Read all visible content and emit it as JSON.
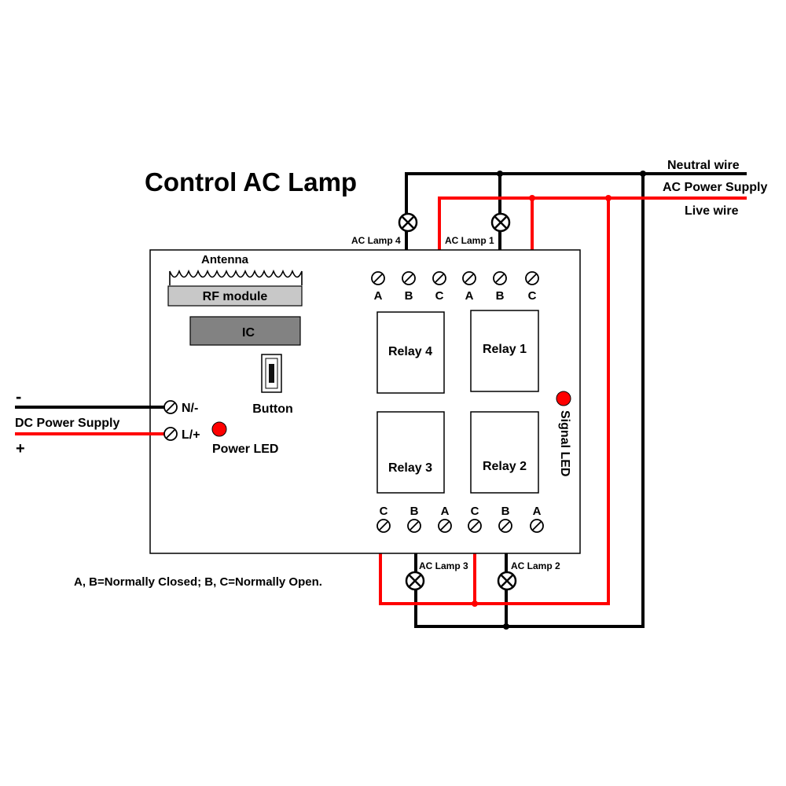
{
  "title": "Control AC Lamp",
  "ac_supply": {
    "neutral_label": "Neutral wire",
    "supply_label": "AC Power Supply",
    "live_label": "Live wire"
  },
  "dc_supply": {
    "label": "DC Power Supply",
    "minus": "-",
    "plus": "+",
    "terminal_neg": "N/-",
    "terminal_pos": "L/+"
  },
  "board": {
    "antenna_label": "Antenna",
    "rf_label": "RF module",
    "ic_label": "IC",
    "button_label": "Button",
    "power_led_label": "Power LED",
    "signal_led_label": "Signal LED"
  },
  "relays": {
    "r1": "Relay 1",
    "r2": "Relay 2",
    "r3": "Relay 3",
    "r4": "Relay 4"
  },
  "terminals": {
    "top": [
      "A",
      "B",
      "C",
      "A",
      "B",
      "C"
    ],
    "bottom": [
      "C",
      "B",
      "A",
      "C",
      "B",
      "A"
    ]
  },
  "lamps": {
    "l1": "AC Lamp 1",
    "l2": "AC Lamp 2",
    "l3": "AC Lamp 3",
    "l4": "AC Lamp 4"
  },
  "note": "A, B=Normally Closed; B, C=Normally Open.",
  "colors": {
    "live": "#ff0000",
    "neutral": "#000000",
    "led": "#ff0000",
    "rf_module": "#c8c8c8",
    "ic": "#828282"
  }
}
